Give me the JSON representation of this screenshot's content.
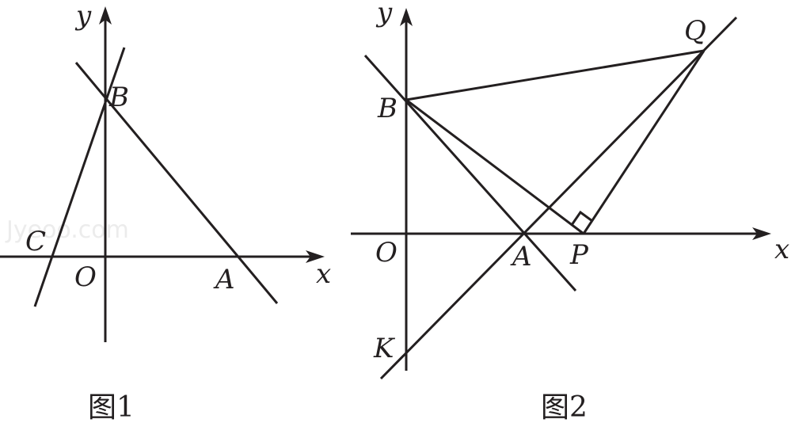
{
  "figure1": {
    "caption": "图1",
    "labels": {
      "y_axis": "y",
      "x_axis": "x",
      "B": "B",
      "C": "C",
      "O": "O",
      "A": "A"
    }
  },
  "figure2": {
    "caption": "图2",
    "labels": {
      "y_axis": "y",
      "x_axis": "x",
      "Q": "Q",
      "B": "B",
      "O": "O",
      "A": "A",
      "P": "P",
      "K": "K"
    }
  },
  "watermark": "Jyeoo.com",
  "colors": {
    "ink": "#231f20",
    "background": "#ffffff"
  }
}
